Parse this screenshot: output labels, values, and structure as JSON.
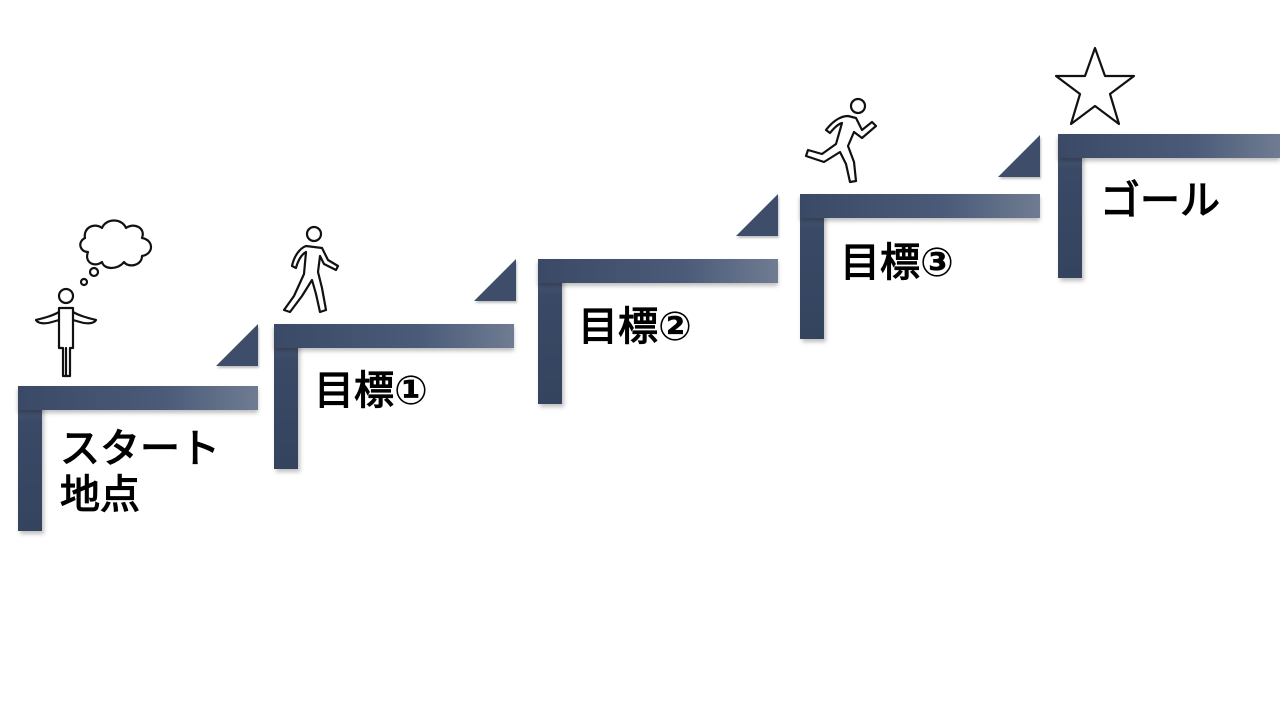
{
  "steps": [
    {
      "label_line1": "スタート",
      "label_line2": "地点"
    },
    {
      "label": "目標①"
    },
    {
      "label": "目標②"
    },
    {
      "label": "目標③"
    },
    {
      "label": "ゴール"
    }
  ],
  "colors": {
    "step": "#3a4a66",
    "step_highlight": "#6f7c92",
    "icon_stroke": "#111111"
  },
  "icons": [
    "thinking-person-icon",
    "walking-person-icon",
    "running-person-icon",
    "star-icon"
  ]
}
